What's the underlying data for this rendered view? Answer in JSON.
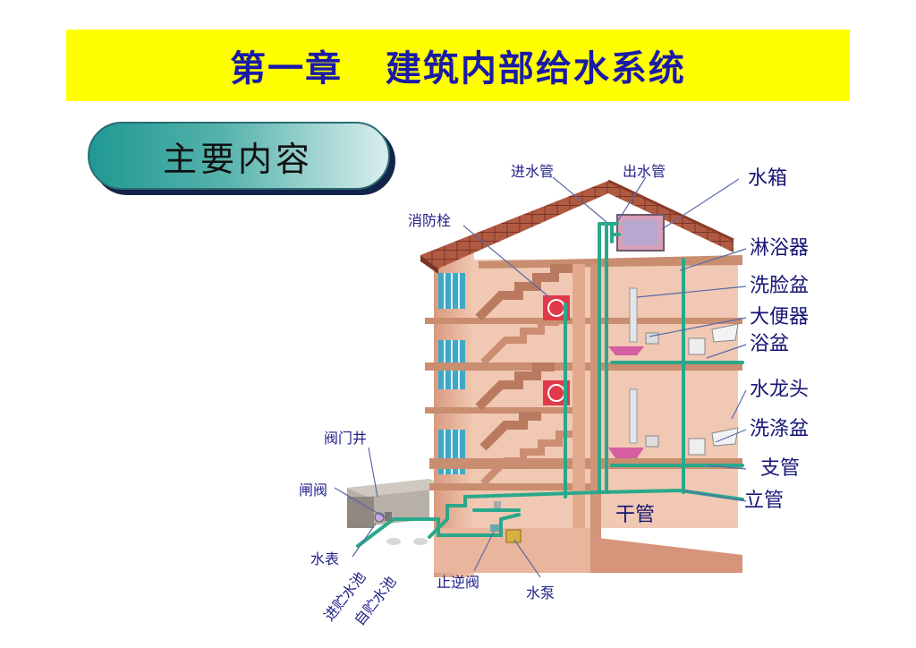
{
  "title": "第一章   建筑内部给水系统",
  "section_pill": "主要内容",
  "labels": {
    "inlet_pipe": "进水管",
    "outlet_pipe": "出水管",
    "water_tank": "水箱",
    "fire_hydrant": "消防栓",
    "shower": "淋浴器",
    "washbasin": "洗脸盆",
    "toilet": "大便器",
    "bathtub": "浴盆",
    "faucet": "水龙头",
    "sink": "洗涤盆",
    "branch_pipe": "支管",
    "riser_pipe": "立管",
    "main_pipe": "干管",
    "valve_well": "阀门井",
    "gate_valve": "闸阀",
    "water_meter": "水表",
    "to_storage_tank": "进贮水池",
    "from_storage_tank": "自贮水池",
    "check_valve": "止逆阀",
    "water_pump": "水泵"
  },
  "colors": {
    "banner": "#ffff00",
    "title_text": "#1a1aa8",
    "label_text": "#151575",
    "pipe": "#2aa88a",
    "wall": "#e8b8a0",
    "roof": "#a8553f"
  }
}
